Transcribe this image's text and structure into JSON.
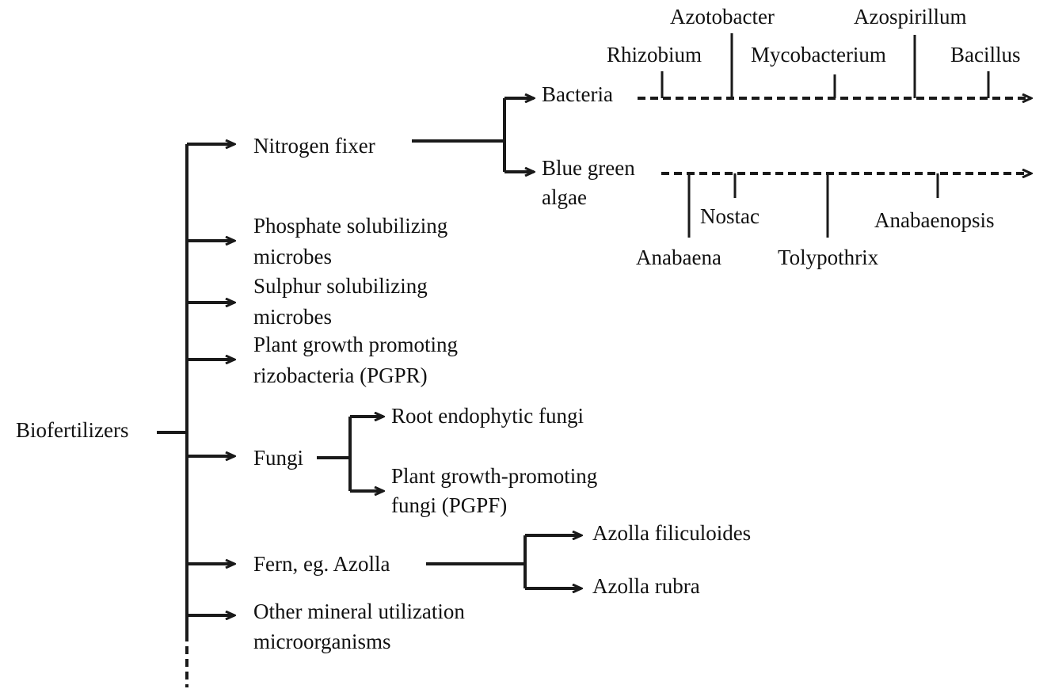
{
  "root": {
    "label": "Biofertilizers"
  },
  "categories": {
    "nitrogen_fixer": "Nitrogen fixer",
    "phosphate": [
      "Phosphate solubilizing",
      "microbes"
    ],
    "sulphur": [
      "Sulphur solubilizing",
      "microbes"
    ],
    "pgpr": [
      "Plant growth promoting",
      "rizobacteria (PGPR)"
    ],
    "fungi": "Fungi",
    "fern": "Fern, eg. Azolla",
    "other": [
      "Other mineral utilization",
      "microorganisms"
    ]
  },
  "nitrogen": {
    "bacteria": "Bacteria",
    "bga": [
      "Blue green",
      "algae"
    ]
  },
  "bacteria_examples": [
    "Rhizobium",
    "Azotobacter",
    "Mycobacterium",
    "Azospirillum",
    "Bacillus"
  ],
  "bga_examples": [
    "Anabaena",
    "Nostac",
    "Tolypothrix",
    "Anabaenopsis"
  ],
  "fungi_types": [
    "Root endophytic fungi",
    "Plant growth-promoting",
    "fungi (PGPF)"
  ],
  "azolla_types": [
    "Azolla filiculoides",
    "Azolla rubra"
  ]
}
